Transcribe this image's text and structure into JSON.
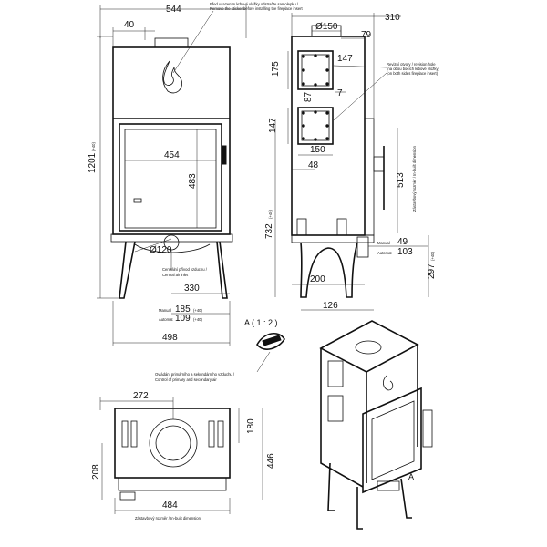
{
  "dims": {
    "front_width_total": "544",
    "front_top_offset": "40",
    "front_height_total": "1201",
    "front_height_tol": "(+40)",
    "glass_width": "454",
    "glass_height": "483",
    "air_inlet_dia": "Ø120",
    "inlet_offset": "330",
    "manual_val": "185",
    "manual_tol": "(+40)",
    "auto_val": "109",
    "auto_tol": "(+40)",
    "leg_span": "498",
    "side_depth_total": "310",
    "flue_dia": "Ø150",
    "flue_back": "79",
    "rev_top_h": "175",
    "rev_top_w": "147",
    "rev_gap": "87",
    "rev_offset": "7",
    "rev_low_h": "147",
    "rev_low_w": "150",
    "rev_low_pos": "48",
    "side_insert_h": "513",
    "side_lower_h": "732",
    "side_lower_tol": "(+40)",
    "side_manual": "49",
    "side_auto": "103",
    "side_leg": "200",
    "side_bottom": "297",
    "side_bottom_tol": "(+40)",
    "side_foot": "126",
    "top_depth": "272",
    "top_flue_h": "180",
    "top_total_h": "446",
    "top_left_h": "208",
    "top_width": "484"
  },
  "notes": {
    "front_top_cz": "Před usazením krbové vložky odstraňte samolepku /",
    "front_top_en": "Remove the sticker before installing the fireplace insert",
    "inlet_cz": "Centrální přívod vzduchu /",
    "inlet_en": "Central air inlet",
    "manual_label": "Manual",
    "auto_label": "Automat",
    "revision_cz1": "Revizní otvory / revision hole",
    "revision_cz2": "(na obou bocích krbové vložky)",
    "revision_en": "(on both sides fireplace insert)",
    "insert_dim_side": "Zástavbový rozměr / In-built dimension",
    "insert_dim_bottom": "Zástavbový rozměr / In-built dimension",
    "detail_label": "A ( 1 : 2 )",
    "control_cz": "Ovládání primárního a sekundárního vzduchu /",
    "control_en": "Control of primary and secondary air",
    "detail_marker": "A"
  },
  "icons": {
    "flame": "flame-icon",
    "control_lever": "air-control-lever-icon"
  }
}
